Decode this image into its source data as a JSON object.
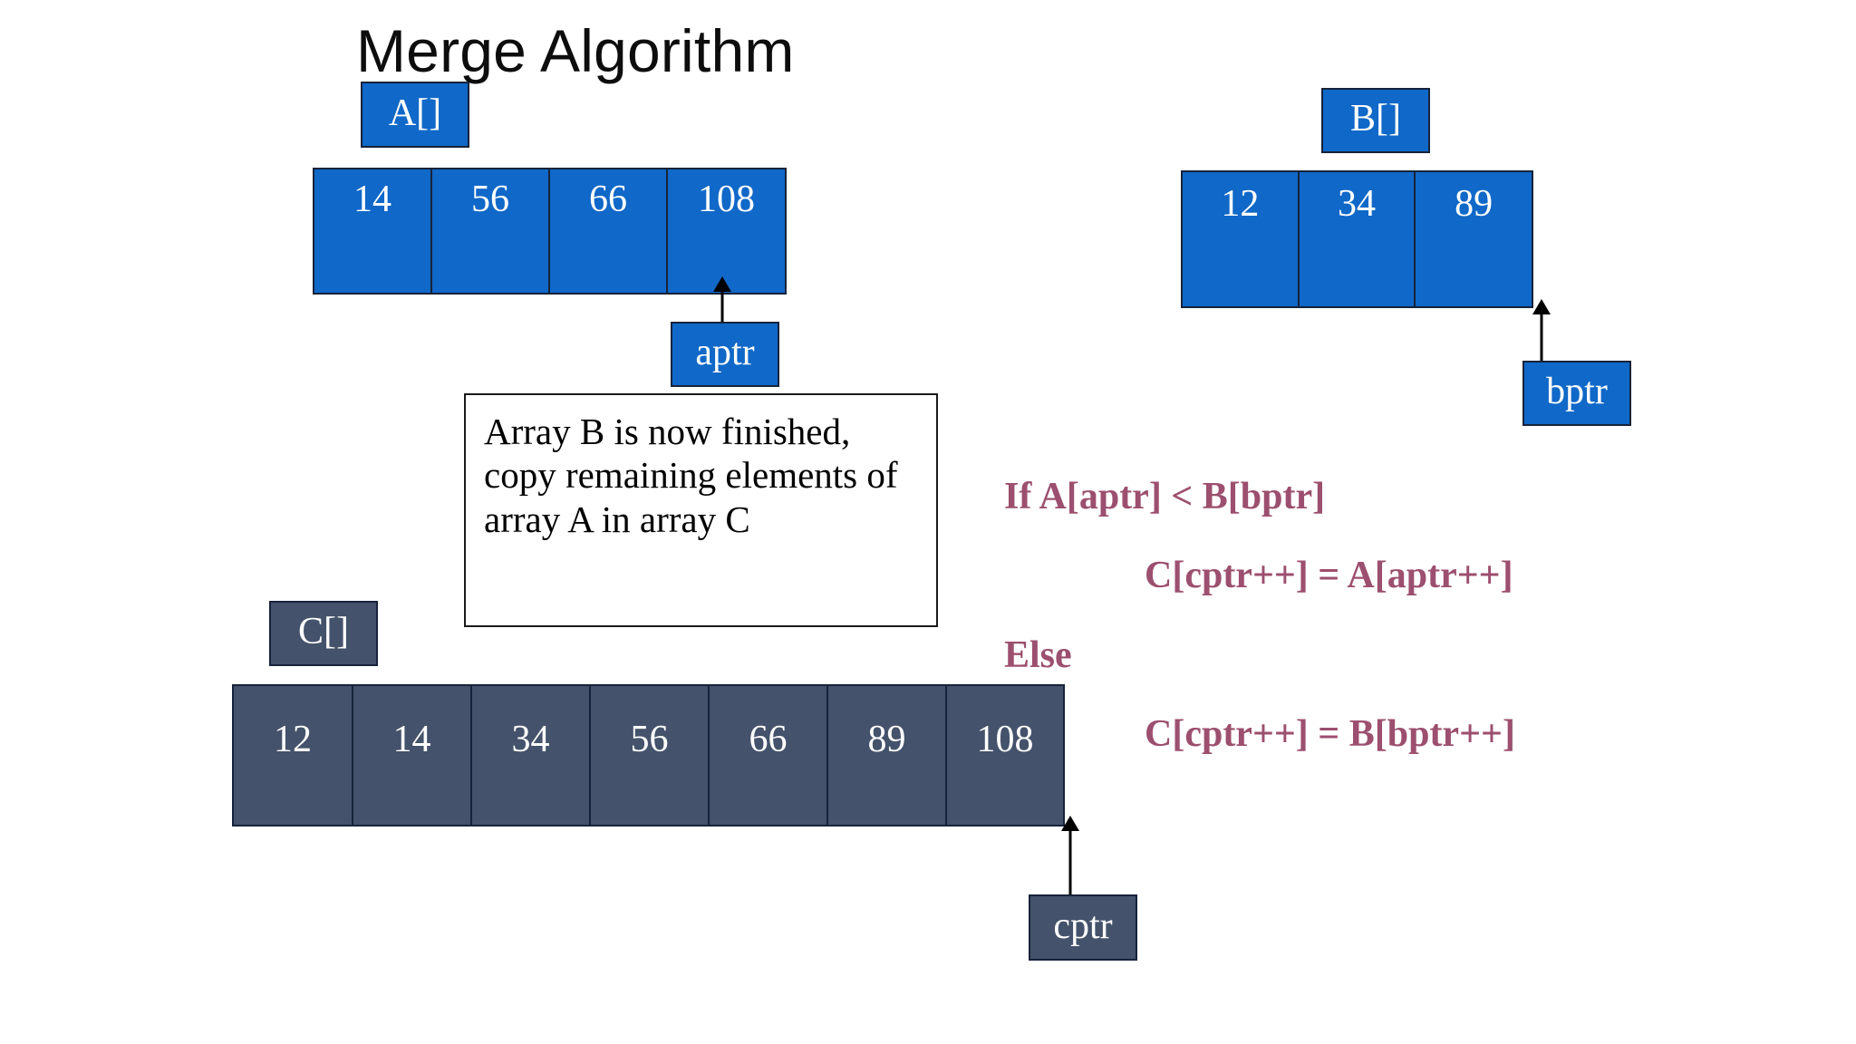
{
  "title": "Merge Algorithm",
  "arrays": {
    "a": {
      "label": "A[]",
      "values": [
        "14",
        "56",
        "66",
        "108"
      ],
      "pointer": "aptr"
    },
    "b": {
      "label": "B[]",
      "values": [
        "12",
        "34",
        "89"
      ],
      "pointer": "bptr"
    },
    "c": {
      "label": "C[]",
      "values": [
        "12",
        "14",
        "34",
        "56",
        "66",
        "89",
        "108"
      ],
      "pointer": "cptr"
    }
  },
  "note": {
    "text": "Array B is now finished, copy remaining elements of array A in array C"
  },
  "pseudocode": {
    "line1": "If A[aptr] < B[bptr]",
    "line2": "C[cptr++] = A[aptr++]",
    "line3": "Else",
    "line4": "C[cptr++] = B[bptr++]"
  },
  "colors": {
    "array_blue": "#1068c8",
    "array_slate": "#44536b",
    "code_maroon": "#9c4f6e",
    "border_dark": "#16233a",
    "background": "#ffffff"
  }
}
